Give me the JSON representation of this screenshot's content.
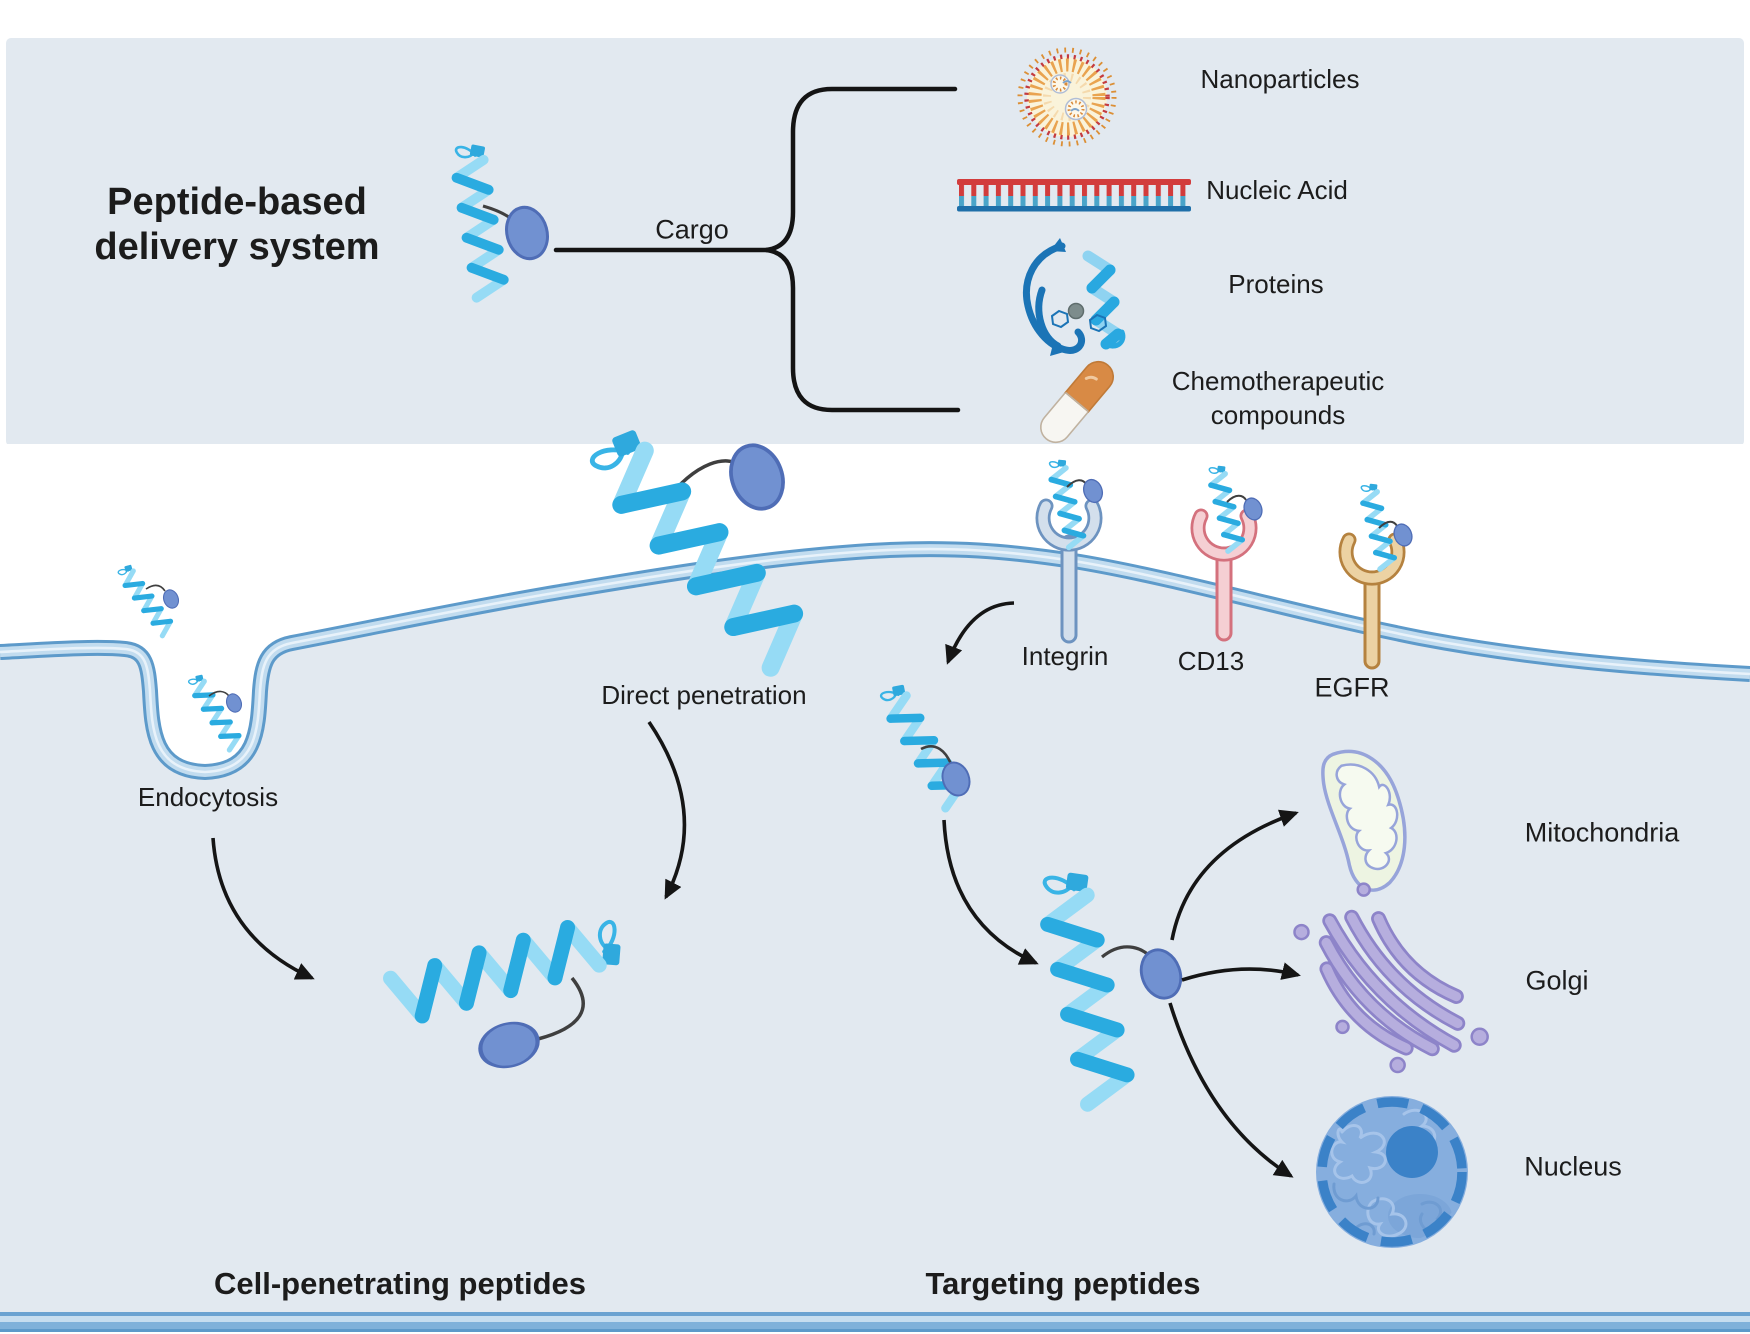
{
  "figure": {
    "top_panel": {
      "title_line1": "Peptide-based",
      "title_line2": "delivery system",
      "cargo_label": "Cargo",
      "cargo_types": [
        "Nanoparticles",
        "Nucleic Acid",
        "Proteins",
        "Chemotherapeutic compounds"
      ]
    },
    "cell_panel": {
      "pathway_labels": {
        "endocytosis": "Endocytosis",
        "direct_penetration": "Direct penetration"
      },
      "receptor_labels": [
        "Integrin",
        "CD13",
        "EGFR"
      ],
      "organelle_labels": [
        "Mitochondria",
        "Golgi",
        "Nucleus"
      ],
      "section_left": "Cell-penetrating peptides",
      "section_right": "Targeting peptides"
    },
    "colors": {
      "panel_background": "#e2e9f0",
      "extracellular": "#ffffff",
      "membrane_edge": "#5d9aca",
      "membrane_fill": "#c2dcef",
      "helix_light": "#96dbf5",
      "helix_dark": "#2aabe0",
      "cargo_oval": "#7191d1",
      "integrin_receptor": "#6d93c0",
      "cd13_receptor": "#d4717d",
      "egfr_receptor": "#b5823f",
      "nanoparticle_orange": "#dc8f35",
      "nucleic_acid_red": "#d23c3c",
      "nucleic_acid_blue": "#1e6fa9",
      "protein_blue": "#1b74b6",
      "capsule_orange": "#d88a45",
      "mitochondria_outline": "#97a4da",
      "golgi_purple": "#8d84c9",
      "nucleus_blue": "#3b82c8",
      "text": "#1c1c1c"
    }
  }
}
